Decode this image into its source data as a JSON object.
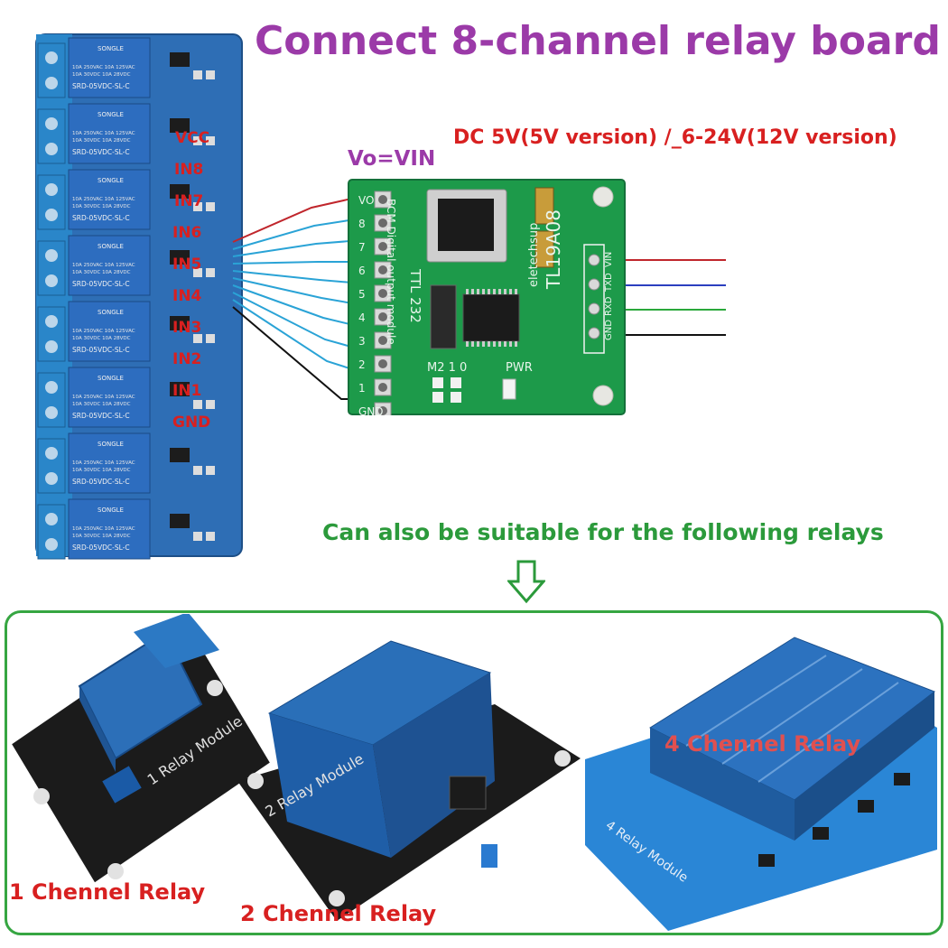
{
  "title": "Connect 8-channel relay board",
  "vo_label": "Vo=VIN",
  "dc_label": "DC 5V(5V version) /_6-24V(12V version)",
  "pin_labels": [
    "VCC",
    "IN8",
    "IN7",
    "IN6",
    "IN5",
    "IN4",
    "IN3",
    "IN2",
    "IN1",
    "GND"
  ],
  "relay_text": {
    "brand": "SONGLE",
    "rating": "10A 250VAC 10A 125VAC\n10A 30VDC 10A 28VDC",
    "model": "SRD-05VDC-SL-C"
  },
  "module": {
    "left_label": "BCM Digital output module",
    "ttl_label": "TTL 232",
    "brand_label": "eletechsup",
    "model_label": "TL19A08",
    "pwr_label": "PWR",
    "mode_label": "M2 1 0",
    "right_pins": [
      "VIN",
      "TXD",
      "RXD",
      "GND"
    ],
    "left_pins": [
      "VO",
      "8",
      "7",
      "6",
      "5",
      "4",
      "3",
      "2",
      "1",
      "GND"
    ]
  },
  "subtitle": "Can also be suitable for the following relays",
  "examples": [
    {
      "caption": "1 Chennel Relay",
      "board_text": "1 Relay Module"
    },
    {
      "caption": "2 Chennel Relay",
      "board_text": "2 Relay Module"
    },
    {
      "caption": "4 Chennel Relay",
      "board_text": "4 Relay Module"
    }
  ],
  "wire_colors": {
    "vcc": "#c0262c",
    "signal": "#2aa3d6",
    "gnd": "#111111",
    "txd": "#2b3fbf",
    "rxd": "#2aa83b"
  },
  "colors": {
    "title": "#9b3aa8",
    "accent_red": "#d82020",
    "accent_green": "#2b9a3b"
  }
}
